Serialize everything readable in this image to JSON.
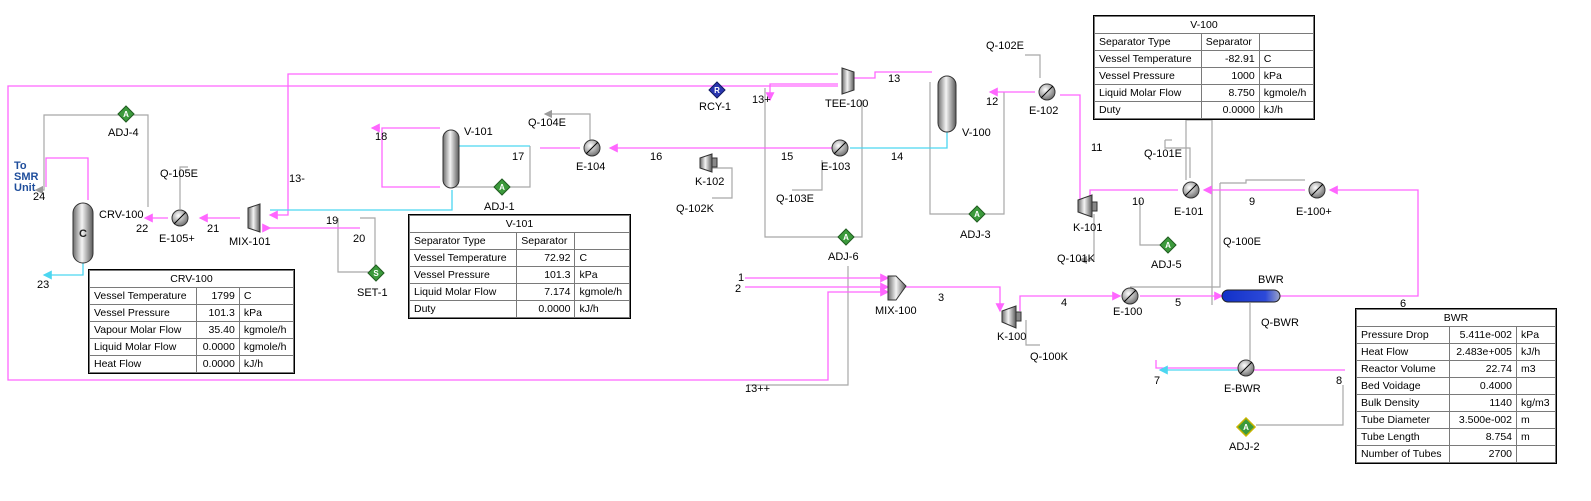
{
  "streams": {
    "s1": "1",
    "s2": "2",
    "s3": "3",
    "s4": "4",
    "s5": "5",
    "s6": "6",
    "s7": "7",
    "s8": "8",
    "s9": "9",
    "s10": "10",
    "s11": "11",
    "s12": "12",
    "s13": "13",
    "s13plus": "13+",
    "s13minus": "13-",
    "s13pp": "13++",
    "s14": "14",
    "s15": "15",
    "s16": "16",
    "s17": "17",
    "s18": "18",
    "s19": "19",
    "s20": "20",
    "s21": "21",
    "s22": "22",
    "s23": "23",
    "s24": "24"
  },
  "energy": {
    "q102e": "Q-102E",
    "q104e": "Q-104E",
    "q105e": "Q-105E",
    "q102k": "Q-102K",
    "q103e": "Q-103E",
    "q101e": "Q-101E",
    "q101k": "Q-101K",
    "q100e": "Q-100E",
    "q100k": "Q-100K",
    "qbwr": "Q-BWR"
  },
  "units": {
    "adj4": "ADJ-4",
    "crv100": "CRV-100",
    "e105": "E-105+",
    "mix101": "MIX-101",
    "v101": "V-101",
    "adj1": "ADJ-1",
    "e104": "E-104",
    "k102": "K-102",
    "rcy1": "RCY-1",
    "tee100": "TEE-100",
    "e103": "E-103",
    "adj6": "ADJ-6",
    "v100": "V-100",
    "adj3": "ADJ-3",
    "e102": "E-102",
    "k101": "K-101",
    "e101": "E-101",
    "adj5": "ADJ-5",
    "e100plus": "E-100+",
    "set1": "SET-1",
    "mix100": "MIX-100",
    "k100": "K-100",
    "e100": "E-100",
    "bwr": "BWR",
    "ebwr": "E-BWR",
    "adj2": "ADJ-2"
  },
  "icon_letters": {
    "recycle": "R",
    "set": "S",
    "adjust": "A",
    "conversion": "C"
  },
  "to_smr": [
    "To",
    "SMR",
    "Unit"
  ],
  "colors": {
    "material": "#ff66ff",
    "energy": "#a0a0a0",
    "liquid": "#4cd6f0",
    "green": "#3c9a3c",
    "recycle": "#2a36b0",
    "bwr": "#1f3fcf"
  },
  "tables": {
    "v100": {
      "title": "V-100",
      "rows": [
        [
          "Separator Type",
          "Separator",
          ""
        ],
        [
          "Vessel Temperature",
          "-82.91",
          "C"
        ],
        [
          "Vessel Pressure",
          "1000",
          "kPa"
        ],
        [
          "Liquid Molar Flow",
          "8.750",
          "kgmole/h"
        ],
        [
          "Duty",
          "0.0000",
          "kJ/h"
        ]
      ]
    },
    "v101": {
      "title": "V-101",
      "rows": [
        [
          "Separator Type",
          "Separator",
          ""
        ],
        [
          "Vessel Temperature",
          "72.92",
          "C"
        ],
        [
          "Vessel Pressure",
          "101.3",
          "kPa"
        ],
        [
          "Liquid Molar Flow",
          "7.174",
          "kgmole/h"
        ],
        [
          "Duty",
          "0.0000",
          "kJ/h"
        ]
      ]
    },
    "crv100": {
      "title": "CRV-100",
      "rows": [
        [
          "Vessel Temperature",
          "1799",
          "C"
        ],
        [
          "Vessel Pressure",
          "101.3",
          "kPa"
        ],
        [
          "Vapour Molar Flow",
          "35.40",
          "kgmole/h"
        ],
        [
          "Liquid Molar Flow",
          "0.0000",
          "kgmole/h"
        ],
        [
          "Heat Flow",
          "0.0000",
          "kJ/h"
        ]
      ]
    },
    "bwr": {
      "title": "BWR",
      "rows": [
        [
          "Pressure Drop",
          "5.411e-002",
          "kPa"
        ],
        [
          "Heat Flow",
          "2.483e+005",
          "kJ/h"
        ],
        [
          "Reactor Volume",
          "22.74",
          "m3"
        ],
        [
          "Bed Voidage",
          "0.4000",
          ""
        ],
        [
          "Bulk Density",
          "1140",
          "kg/m3"
        ],
        [
          "Tube Diameter",
          "3.500e-002",
          "m"
        ],
        [
          "Tube Length",
          "8.754",
          "m"
        ],
        [
          "Number of Tubes",
          "2700",
          ""
        ]
      ]
    }
  }
}
